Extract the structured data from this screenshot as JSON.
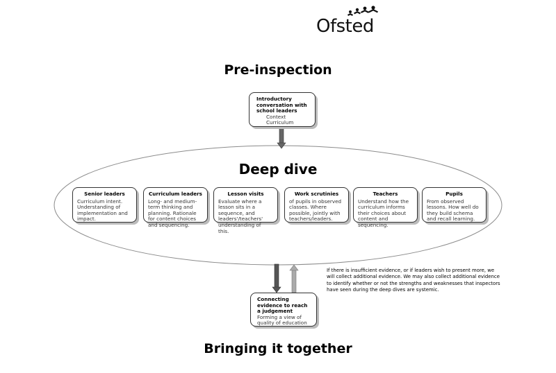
{
  "logo": {
    "text": "Ofsted"
  },
  "pre_inspection": {
    "title": "Pre-inspection"
  },
  "intro": {
    "title": "Introductory conversation with school leaders",
    "lines": [
      "Context",
      "Curriculum"
    ]
  },
  "deep_dive": {
    "title": "Deep dive",
    "boxes": [
      {
        "title": "Senior leaders",
        "body": "Curriculum intent. Understanding of implementation and impact."
      },
      {
        "title": "Curriculum leaders",
        "body": "Long- and medium-term thinking and planning. Rationale for content choices and sequencing."
      },
      {
        "title": "Lesson visits",
        "body": "Evaluate where a lesson sits in a sequence, and leaders'/teachers' understanding of this."
      },
      {
        "title": "Work scrutinies",
        "body": "of pupils in observed classes. Where possible, jointly with teachers/leaders."
      },
      {
        "title": "Teachers",
        "body": "Understand how the curriculum informs their choices about content and sequencing."
      },
      {
        "title": "Pupils",
        "body": "From observed lessons. How well do they build schema and recall learning."
      }
    ]
  },
  "note": "If there is insufficient evidence, or if leaders wish to present more, we will collect additional evidence. We may also collect additional evidence to identify whether or not the strengths and weaknesses that inspectors have seen during the deep dives are systemic.",
  "conclusion": {
    "title": "Connecting evidence to reach a judgement",
    "body": "Forming a view of quality of education"
  },
  "together": {
    "title": "Bringing it together"
  }
}
